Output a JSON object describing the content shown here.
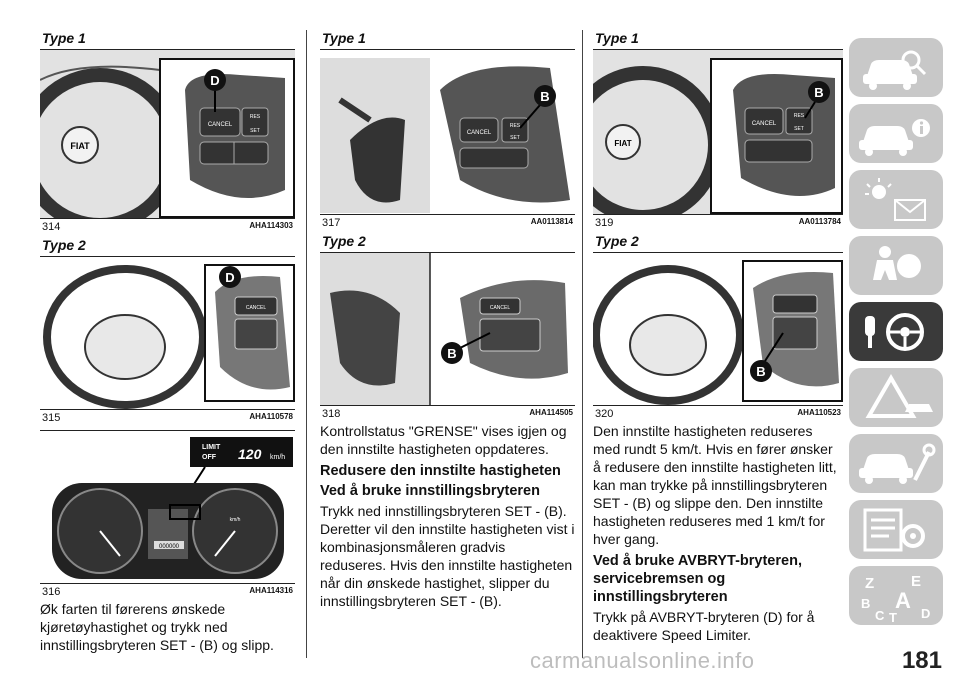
{
  "page_number": "181",
  "watermark": "carmanualsonline.info",
  "column1": {
    "fig314": {
      "type_label": "Type 1",
      "number": "314",
      "code": "AHA114303",
      "callout": "D",
      "btn_cancel": "CANCEL",
      "btn_res": "RES",
      "btn_set": "SET",
      "logo": "FIAT"
    },
    "fig315": {
      "type_label": "Type 2",
      "number": "315",
      "code": "AHA110578",
      "callout": "D",
      "btn_cancel": "CANCEL"
    },
    "fig316": {
      "number": "316",
      "code": "AHA114316",
      "limit_top": "LIMIT",
      "limit_bottom": "OFF",
      "speed_value": "120",
      "speed_unit": "km/h",
      "odo": "000000",
      "speedo_unit": "km/h"
    },
    "text": "Øk farten til førerens ønskede kjøretøyhastighet og trykk ned innstillingsbryteren SET - (B) og slipp."
  },
  "column2": {
    "fig317": {
      "type_label": "Type 1",
      "number": "317",
      "code": "AA0113814",
      "callout": "B",
      "btn_cancel": "CANCEL",
      "btn_res": "RES",
      "btn_set": "SET"
    },
    "fig318": {
      "type_label": "Type 2",
      "number": "318",
      "code": "AHA114505",
      "callout": "B",
      "btn_cancel": "CANCEL"
    },
    "para1": "Kontrollstatus \"GRENSE\" vises igjen og den innstilte hastigheten oppdateres.",
    "heading1": "Redusere den innstilte hastigheten",
    "heading2": "Ved å bruke innstillingsbryteren",
    "para2": "Trykk ned innstillingsbryteren SET - (B). Deretter vil den innstilte hastigheten vist i kombinasjonsmåleren gradvis reduseres. Hvis den innstilte hastigheten når din ønskede hastighet, slipper du innstillingsbryteren SET - (B)."
  },
  "column3": {
    "fig319": {
      "type_label": "Type 1",
      "number": "319",
      "code": "AA0113784",
      "callout": "B",
      "btn_cancel": "CANCEL",
      "btn_res": "RES",
      "btn_set": "SET",
      "logo": "FIAT"
    },
    "fig320": {
      "type_label": "Type 2",
      "number": "320",
      "code": "AHA110523",
      "callout": "B"
    },
    "para1": "Den innstilte hastigheten reduseres med rundt 5 km/t. Hvis en fører ønsker å redusere den innstilte hastigheten litt, kan man trykke på innstillingsbryteren SET - (B) og slippe den. Den innstilte hastigheten reduseres med 1 km/t for hver gang.",
    "heading1": "Ved å bruke AVBRYT-bryteren, servicebremsen og innstillingsbryteren",
    "para2": "Trykk på AVBRYT-bryteren (D) for å deaktivere Speed Limiter."
  },
  "sidebar": {
    "icons": [
      "car-search-icon",
      "car-info-icon",
      "warning-light-mail-icon",
      "airbag-person-icon",
      "key-steering-wheel-icon",
      "warning-triangle-car-icon",
      "car-wrench-icon",
      "list-gear-icon",
      "alphabet-index-icon"
    ],
    "active_index": 4,
    "index_letters": [
      "Z",
      "E",
      "B",
      "A",
      "C",
      "T",
      "D"
    ]
  }
}
